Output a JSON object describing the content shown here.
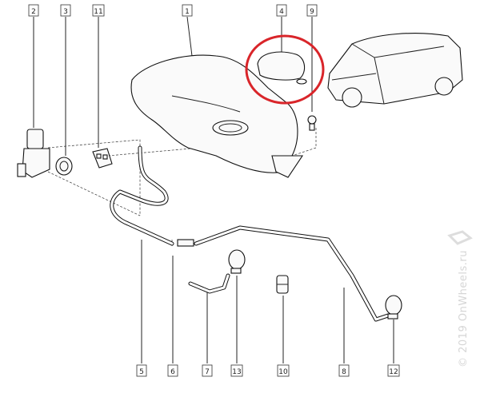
{
  "diagram": {
    "callouts_top": [
      "2",
      "3",
      "11",
      "1",
      "4",
      "9"
    ],
    "callouts_bottom": [
      "5",
      "6",
      "7",
      "13",
      "10",
      "8",
      "12"
    ],
    "highlight_color": "#d9252a",
    "highlighted_part": "4"
  },
  "watermark": {
    "text": "© 2019 OnWheels.ru",
    "logo": "renault-logo"
  }
}
